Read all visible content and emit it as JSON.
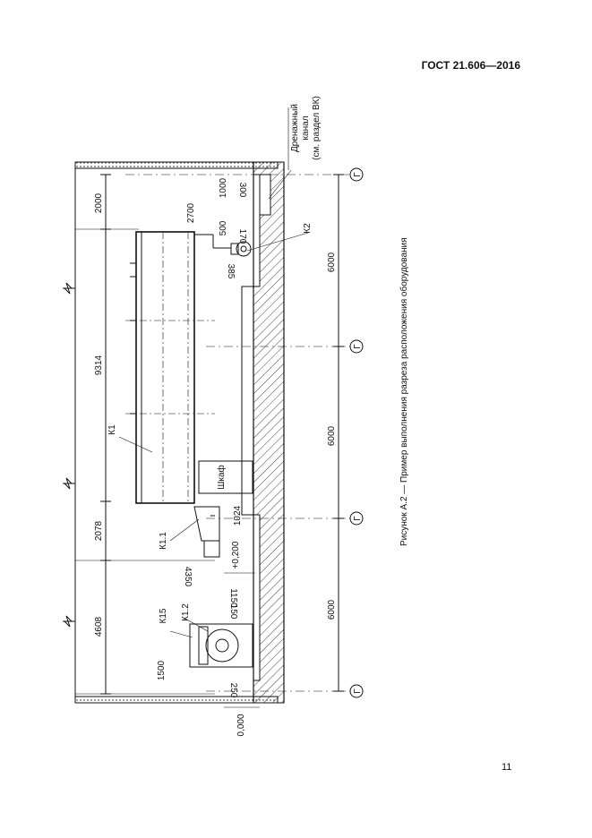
{
  "header": {
    "standard": "ГОСТ 21.606—2016"
  },
  "page": {
    "number": "11"
  },
  "figure": {
    "caption": "Рисунок А.2 — Пример выполнения разреза расположения оборудования"
  },
  "drawing": {
    "axis_label": "Г",
    "drain_channel": [
      "Дренажный",
      "канал",
      "(см. раздел ВК)"
    ],
    "cabinet_label": "Шкаф",
    "equipment": {
      "k1": "К1",
      "k1_1": "К1.1",
      "k1_2": "К1.2",
      "k15": "К15",
      "k2": "К2"
    },
    "levels": {
      "floor": "0,000",
      "raised": "+0,200"
    },
    "dims_left": [
      "2000",
      "9314",
      "2078",
      "4608"
    ],
    "dims_misc": [
      "2700",
      "500",
      "1000",
      "300",
      "170",
      "385",
      "1024",
      "4350",
      "1150",
      "150",
      "1500",
      "250"
    ],
    "spans": [
      "6000",
      "6000",
      "6000"
    ]
  },
  "colors": {
    "ink": "#111111",
    "background": "#ffffff"
  }
}
